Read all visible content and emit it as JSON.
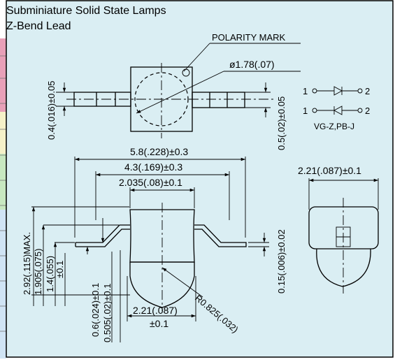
{
  "header": {
    "title": "Subminiature Solid State Lamps",
    "subtitle": "Z-Bend Lead"
  },
  "colors": {
    "panel_bg": "#daeef3",
    "border": "#000000",
    "accent_strip": [
      "#e8a0b8",
      "#f5f1c8",
      "#c8e8c0",
      "#d0e4f4"
    ]
  },
  "top_view": {
    "polarity": "POLARITY  MARK",
    "diameter": "ø1.78(.07)",
    "lead_width_left": "0.4(.016)±0.05",
    "lead_width_right": "0.5(.02)±0.05"
  },
  "circuit": {
    "row1": {
      "pin_a": "1",
      "pin_b": "2"
    },
    "row2": {
      "pin_a": "1",
      "pin_b": "2"
    },
    "label": "VG-Z,PB-J"
  },
  "side_view": {
    "overall_width": "5.8(.228)±0.3",
    "body_span": "4.3(.169)±0.3",
    "inner_span": "2.035(.08)±0.1",
    "height_max": "2.92(.115)MAX.",
    "height_lens": "1.905(.075)",
    "height_body": "1.4(.055)",
    "height_body_tol": "±0.1",
    "lead_thickness": "0.15(.006)±0.02",
    "standoff_a": "0.6(.024)±0.1",
    "standoff_b": "0.505(.02)±0.1",
    "lens_width": "2.21(.087)",
    "lens_width_tol": "±0.1",
    "lens_radius": "R0.825(.032)"
  },
  "end_view": {
    "width": "2.21(.087)±0.1"
  }
}
